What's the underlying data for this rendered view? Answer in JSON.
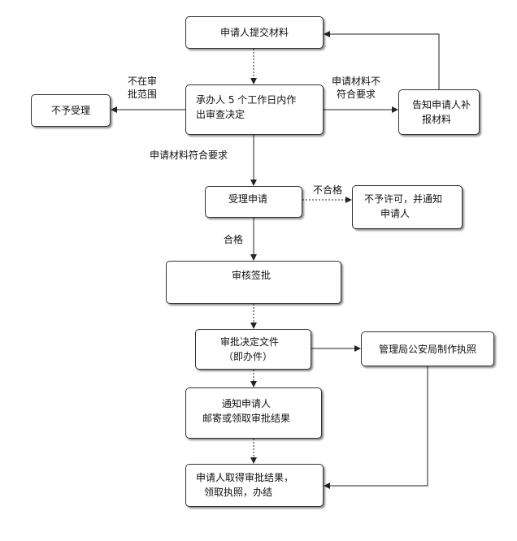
{
  "nodes": {
    "submit": "申请人提交材料",
    "review_line1": "承办人 5 个工作日内作",
    "review_line2": "出审查决定",
    "reject": "不予受理",
    "notify_supplement_line1": "告知申请人补",
    "notify_supplement_line2": "报材料",
    "accept": "受理申请",
    "deny_line1": "不予许可，并通知",
    "deny_line2": "申请人",
    "audit": "审核签批",
    "decision_line1": "审批决定文件",
    "decision_line2": "（即办件）",
    "bureau": "管理局公安局制作执照",
    "notify_line1": "通知申请人",
    "notify_line2": "邮寄或领取审批结果",
    "final_line1": "申请人取得审批结果，",
    "final_line2": "领取执照，办结"
  },
  "edge_labels": {
    "out_of_scope_line1": "不在审",
    "out_of_scope_line2": "批范围",
    "not_compliant_line1": "申请材料不",
    "not_compliant_line2": "符合要求",
    "compliant": "申请材料符合要求",
    "unqualified": "不合格",
    "qualified": "合格"
  }
}
